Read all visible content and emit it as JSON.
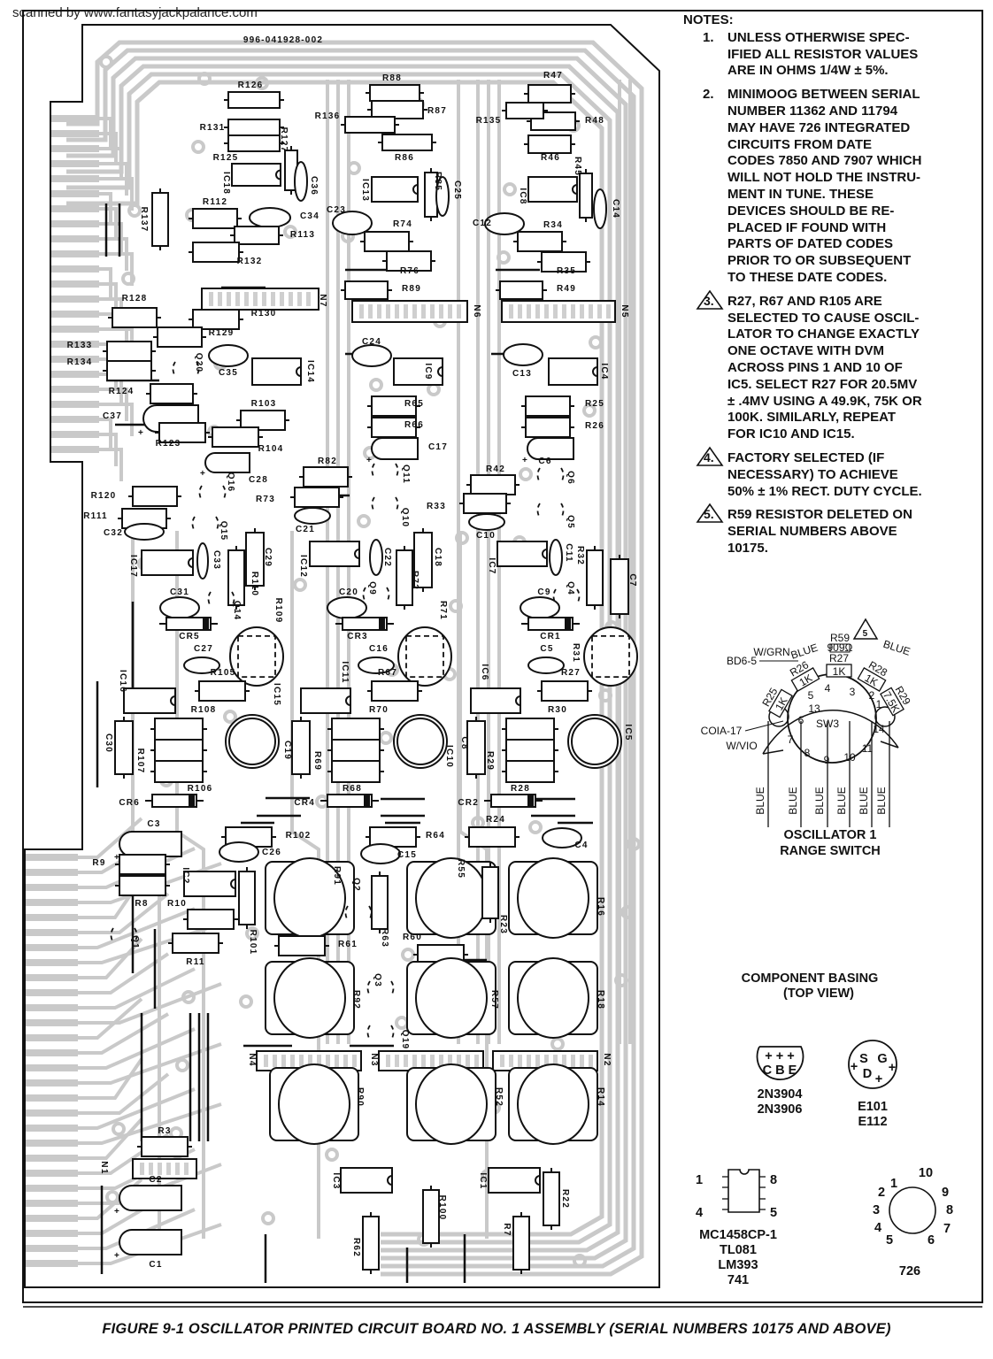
{
  "watermark": "scanned by www.fantasyjackpalance.com",
  "board": {
    "part_number": "996-041928-002",
    "components": [
      "R126",
      "R131",
      "R125",
      "R127",
      "IC18",
      "C36",
      "R137",
      "R112",
      "C34",
      "R113",
      "R132",
      "R88",
      "R87",
      "R136",
      "R86",
      "IC13",
      "R85",
      "C25",
      "C23",
      "R74",
      "R76",
      "R89",
      "N6",
      "N7",
      "R47",
      "R48",
      "R135",
      "R46",
      "IC8",
      "R45",
      "C14",
      "C12",
      "R34",
      "R35",
      "R49",
      "N5",
      "R128",
      "R130",
      "R129",
      "R133",
      "R134",
      "Q20",
      "C35",
      "IC14",
      "C24",
      "IC9",
      "C13",
      "IC4",
      "R124",
      "C37",
      "R103",
      "R104",
      "R123",
      "C28",
      "R65",
      "R66",
      "C17",
      "Q11",
      "R25",
      "R26",
      "C6",
      "Q6",
      "R82",
      "R73",
      "C21",
      "Q10",
      "R42",
      "R33",
      "C10",
      "Q5",
      "R120",
      "R111",
      "C32",
      "Q16",
      "Q15",
      "IC17",
      "C33",
      "C29",
      "R110",
      "Q14",
      "C31",
      "CR5",
      "R109",
      "IC12",
      "C22",
      "C18",
      "R72",
      "Q9",
      "C20",
      "CR3",
      "R71",
      "IC7",
      "C11",
      "R32",
      "C7",
      "Q4",
      "C9",
      "CR1",
      "R31",
      "C27",
      "IC16",
      "R105",
      "IC15",
      "IC11",
      "C16",
      "R67",
      "IC10",
      "IC6",
      "C5",
      "R27",
      "IC5",
      "R108",
      "R107",
      "R106",
      "C30",
      "R70",
      "R69",
      "R68",
      "C19",
      "R30",
      "R29",
      "R28",
      "C8",
      "CR6",
      "CR4",
      "CR2",
      "C3",
      "R9",
      "R8",
      "IC2",
      "R101",
      "R10",
      "R11",
      "Q1",
      "R102",
      "C26",
      "R91",
      "Q2",
      "R63",
      "R61",
      "R64",
      "C15",
      "R55",
      "R23",
      "R24",
      "C4",
      "R16",
      "R60",
      "R92",
      "Q3",
      "Q19",
      "R57",
      "R18",
      "N4",
      "N3",
      "N2",
      "R90",
      "R52",
      "R14",
      "R3",
      "N1",
      "C2",
      "C1",
      "IC3",
      "R62",
      "R100",
      "IC1",
      "R22",
      "R7"
    ]
  },
  "notes": {
    "heading": "NOTES:",
    "items": [
      {
        "number": "1.",
        "flagged": false,
        "lines": [
          "UNLESS OTHERWISE SPEC-",
          "IFIED ALL RESISTOR VALUES",
          "ARE IN OHMS 1/4W ± 5%."
        ]
      },
      {
        "number": "2.",
        "flagged": false,
        "lines": [
          "MINIMOOG BETWEEN SERIAL",
          "NUMBER 11362 AND 11794",
          "MAY HAVE 726 INTEGRATED",
          "CIRCUITS FROM DATE",
          "CODES 7850 AND 7907 WHICH",
          "WILL NOT HOLD  THE INSTRU-",
          "MENT IN TUNE. THESE",
          "DEVICES SHOULD BE RE-",
          "PLACED IF FOUND WITH",
          "PARTS OF DATED CODES",
          "PRIOR TO OR SUBSEQUENT",
          "TO THESE DATE CODES."
        ]
      },
      {
        "number": "3.",
        "flagged": true,
        "lines": [
          "R27, R67 AND R105 ARE",
          "SELECTED TO CAUSE OSCIL-",
          "LATOR TO CHANGE EXACTLY",
          "ONE OCTAVE WITH DVM",
          "ACROSS PINS 1 AND 10 OF",
          "IC5. SELECT R27 FOR 20.5MV",
          "± .4MV USING A 49.9K, 75K OR",
          "100K. SIMILARLY, REPEAT",
          "FOR IC10 AND IC15."
        ]
      },
      {
        "number": "4.",
        "flagged": true,
        "lines": [
          "FACTORY SELECTED (IF",
          "NECESSARY) TO ACHIEVE",
          "50% ± 1% RECT. DUTY CYCLE."
        ]
      },
      {
        "number": "5.",
        "flagged": true,
        "lines": [
          "R59 RESISTOR DELETED ON",
          "SERIAL NUMBERS ABOVE",
          "10175."
        ]
      }
    ]
  },
  "range_switch": {
    "title_1": "OSCILLATOR 1",
    "title_2": "RANGE SWITCH",
    "note_flag": "5",
    "r59": "R59",
    "r59_value": "909Ω",
    "w_grn": "W/GRN",
    "bd6": "BD6-5",
    "arc_wire_left": "BLUE",
    "arc_wire_right": "BLUE",
    "resistors": [
      {
        "name": "R25",
        "value": "1K"
      },
      {
        "name": "R26",
        "value": "1K"
      },
      {
        "name": "R27",
        "value": "1K"
      },
      {
        "name": "R28",
        "value": "1K"
      },
      {
        "name": "R29",
        "value": "7.5K"
      }
    ],
    "switch_name": "SW3",
    "coia": "COIA-17",
    "w_vio": "W/VIO",
    "pins": [
      "5",
      "4",
      "3",
      "2",
      "1",
      "13",
      "6",
      "7",
      "8",
      "9",
      "10",
      "11",
      "14"
    ],
    "wires": [
      "BLUE",
      "BLUE",
      "BLUE",
      "BLUE",
      "BLUE",
      "BLUE"
    ]
  },
  "component_basing": {
    "title_1": "COMPONENT BASING",
    "title_2": "(TOP VIEW)",
    "transistor": {
      "pins": "C B E",
      "plus": "+ + +",
      "parts": [
        "2N3904",
        "2N3906"
      ]
    },
    "fet": {
      "s": "S",
      "g": "G",
      "d": "D",
      "parts": [
        "E101",
        "E112"
      ]
    },
    "dip": {
      "pin_1": "1",
      "pin_4": "4",
      "pin_8": "8",
      "pin_5": "5",
      "parts": [
        "MC1458CP-1",
        "TL081",
        "LM393",
        "741"
      ]
    },
    "can": {
      "pins": [
        "1",
        "2",
        "3",
        "4",
        "5",
        "6",
        "7",
        "8",
        "9",
        "10"
      ],
      "part": "726"
    }
  },
  "caption": "FIGURE 9-1 OSCILLATOR PRINTED CIRCUIT BOARD NO. 1 ASSEMBLY (SERIAL NUMBERS 10175 AND ABOVE)"
}
